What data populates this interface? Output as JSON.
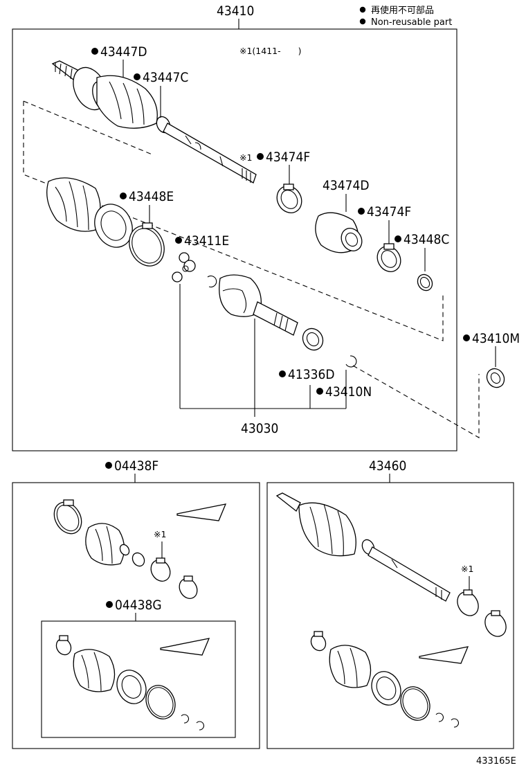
{
  "legend": {
    "line1": "再使用不可部品",
    "line2": "Non-reusable part"
  },
  "labels": {
    "main_assembly": "43410",
    "p43447D": "43447D",
    "p43447C": "43447C",
    "note_serial": "※1(1411-　　)",
    "note_mark": "※1",
    "p43474F_a": "43474F",
    "p43474D": "43474D",
    "p43474F_b": "43474F",
    "p43448E": "43448E",
    "p43411E": "43411E",
    "p43448C": "43448C",
    "p43410M": "43410M",
    "p41336D": "41336D",
    "p43410N": "43410N",
    "p43030": "43030",
    "kit_04438F": "04438F",
    "kit_04438G": "04438G",
    "kit_43460": "43460",
    "mark_kit1": "※1",
    "mark_kit2": "※1",
    "figure_id": "433165E"
  },
  "markers": {
    "nonreusable_icon": "filled-circle"
  }
}
